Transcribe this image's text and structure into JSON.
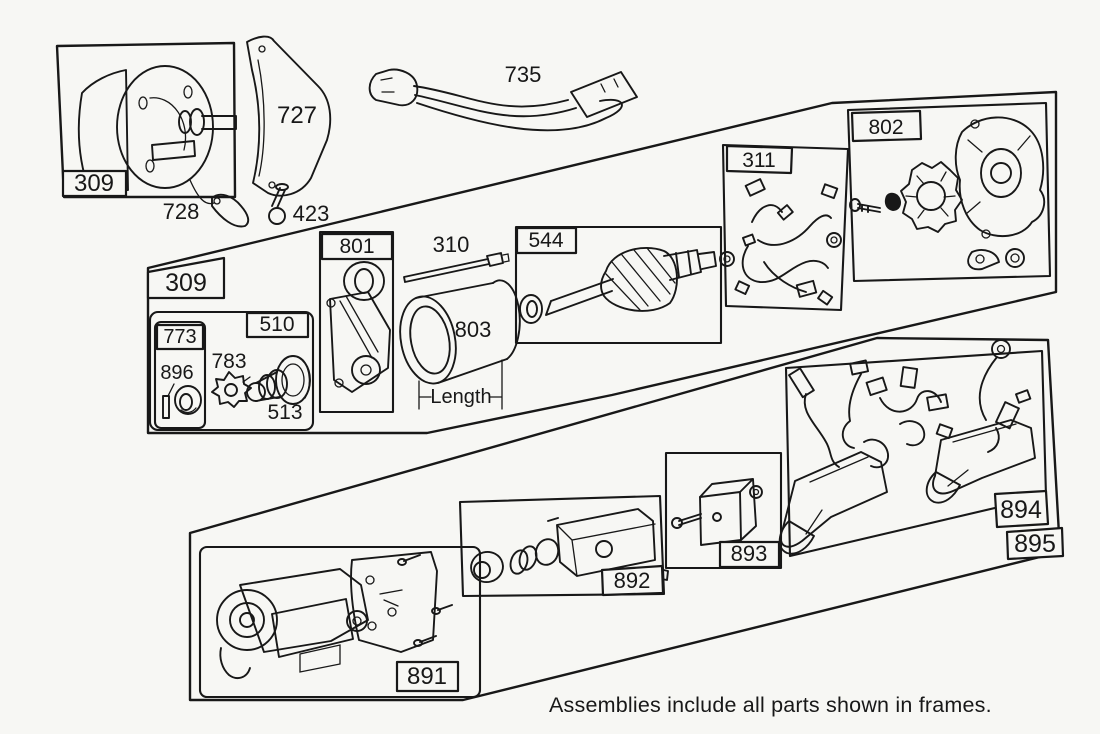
{
  "figure": {
    "background": "#f7f7f4",
    "line_color": "#181818",
    "footer_note": "Assemblies include all parts shown in frames."
  },
  "frames": {
    "backplate": {
      "label": "309"
    },
    "main": {
      "label": "309"
    },
    "gear_bracket": {
      "label": "801"
    },
    "armature": {
      "label": "544"
    },
    "harness": {
      "label": "311"
    },
    "alternator": {
      "label": "802"
    },
    "clutch_kit": {
      "label": "510"
    },
    "seal_kit": {
      "label": "773"
    },
    "starter_assembly": {
      "label": "891"
    },
    "regulator_kit": {
      "label": "892"
    },
    "module_kit": {
      "label": "893"
    },
    "plug_harness": {
      "label": "894"
    },
    "plug_harness_outer": {
      "label": "895"
    }
  },
  "parts": {
    "cover": {
      "label": "727"
    },
    "lever": {
      "label": "728"
    },
    "pin": {
      "label": "423"
    },
    "power_cord": {
      "label": "735"
    },
    "through_bolt": {
      "label": "310"
    },
    "grommet": {
      "label": "896"
    },
    "ratchet_gear": {
      "label": "783"
    },
    "clutch_drive": {
      "label": "513"
    },
    "motor_housing": {
      "label": "803"
    }
  },
  "annotations": {
    "length": "Length"
  }
}
